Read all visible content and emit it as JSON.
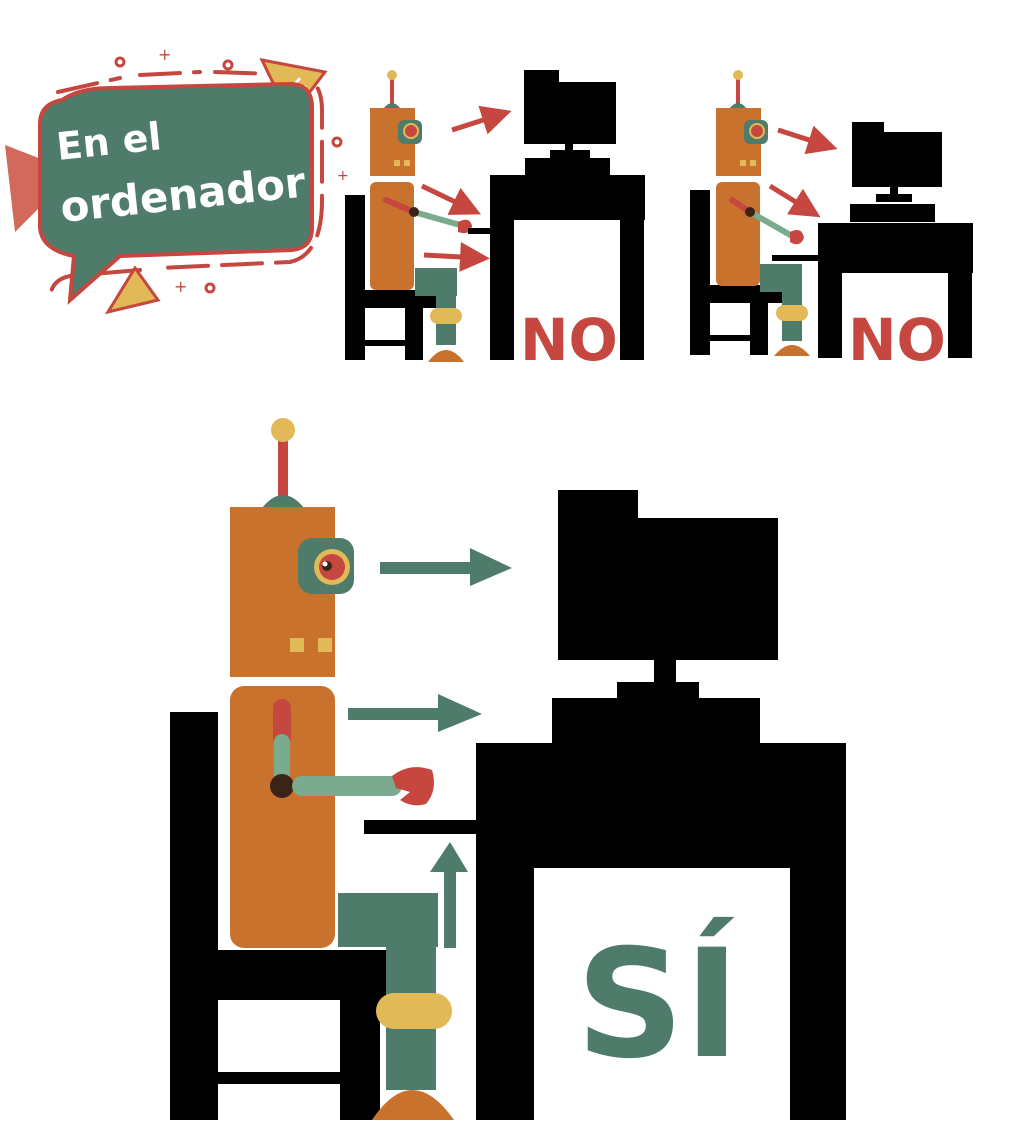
{
  "banner": {
    "line1": "En el",
    "line2": "ordenador"
  },
  "panels": [
    {
      "verdict": "NO"
    },
    {
      "verdict": "NO"
    },
    {
      "verdict": "SÍ"
    }
  ],
  "colors": {
    "robot_orange": "#c8722e",
    "robot_green": "#4f7b6b",
    "arm_green": "#7aab8e",
    "accent_red": "#c5473f",
    "accent_yellow": "#e2b957",
    "furniture": "#000000",
    "banner_bg": "#4f7b6b"
  }
}
